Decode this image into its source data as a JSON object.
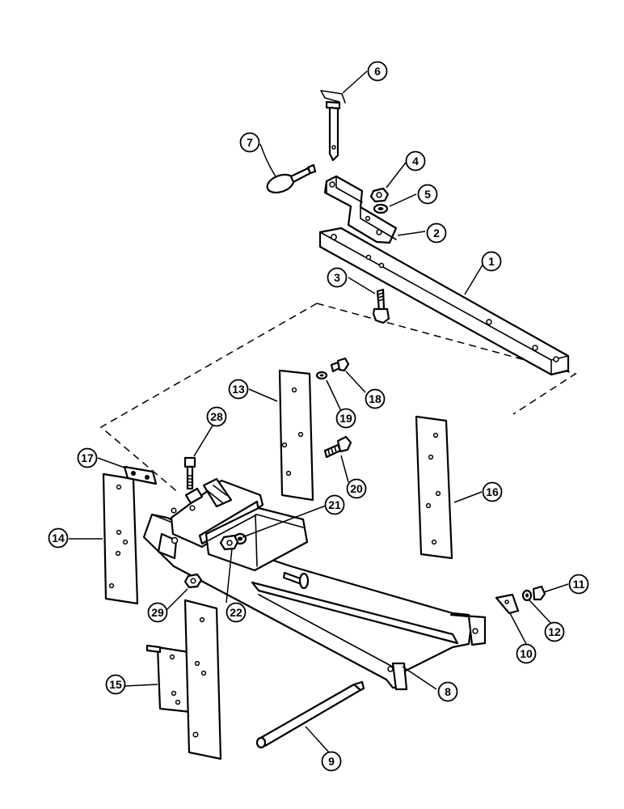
{
  "callouts": [
    {
      "id": "c1",
      "label": "1"
    },
    {
      "id": "c2",
      "label": "2"
    },
    {
      "id": "c3",
      "label": "3"
    },
    {
      "id": "c4",
      "label": "4"
    },
    {
      "id": "c5",
      "label": "5"
    },
    {
      "id": "c6",
      "label": "6"
    },
    {
      "id": "c7",
      "label": "7"
    },
    {
      "id": "c8",
      "label": "8"
    },
    {
      "id": "c9",
      "label": "9"
    },
    {
      "id": "c10",
      "label": "10"
    },
    {
      "id": "c11",
      "label": "11"
    },
    {
      "id": "c12",
      "label": "12"
    },
    {
      "id": "c13",
      "label": "13"
    },
    {
      "id": "c14",
      "label": "14"
    },
    {
      "id": "c15",
      "label": "15"
    },
    {
      "id": "c16",
      "label": "16"
    },
    {
      "id": "c17",
      "label": "17"
    },
    {
      "id": "c18",
      "label": "18"
    },
    {
      "id": "c19",
      "label": "19"
    },
    {
      "id": "c20",
      "label": "20"
    },
    {
      "id": "c21",
      "label": "21"
    },
    {
      "id": "c22",
      "label": "22"
    },
    {
      "id": "c28",
      "label": "28"
    },
    {
      "id": "c29",
      "label": "29"
    }
  ]
}
